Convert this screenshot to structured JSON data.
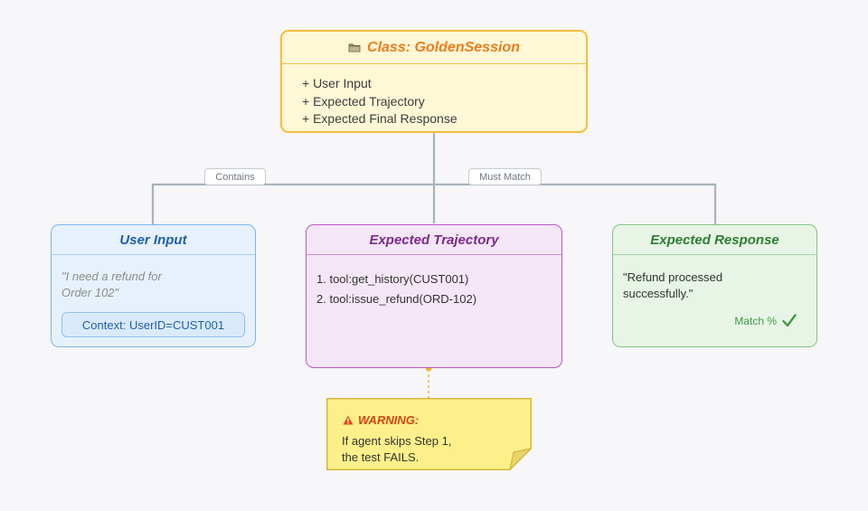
{
  "class_box": {
    "icon": "folder-icon",
    "title": "Class: GoldenSession",
    "attributes": [
      "+ User Input",
      "+ Expected Trajectory",
      "+ Expected Final Response"
    ]
  },
  "connectors": {
    "contains_label": "Contains",
    "must_match_label": "Must Match"
  },
  "user_input": {
    "title": "User Input",
    "quote": "\"I need a refund for\nOrder 102\"",
    "context": "Context: UserID=CUST001"
  },
  "expected_trajectory": {
    "title": "Expected Trajectory",
    "steps": [
      "1. tool:get_history(CUST001)",
      "2. tool:issue_refund(ORD-102)"
    ]
  },
  "expected_response": {
    "title": "Expected Response",
    "text": "\"Refund processed\nsuccessfully.\"",
    "match_label": "Match %",
    "match_icon": "checkmark-icon"
  },
  "warning": {
    "icon": "warning-triangle-icon",
    "title": "WARNING:",
    "body": "If agent skips Step 1,\nthe test FAILS."
  },
  "colors": {
    "class_accent": "#ef7b1d",
    "user_accent": "#1f5fae",
    "trajectory_accent": "#7a2a8a",
    "response_accent": "#2e7d32",
    "warning_accent": "#d84315",
    "note_fill": "#fdf08a"
  }
}
